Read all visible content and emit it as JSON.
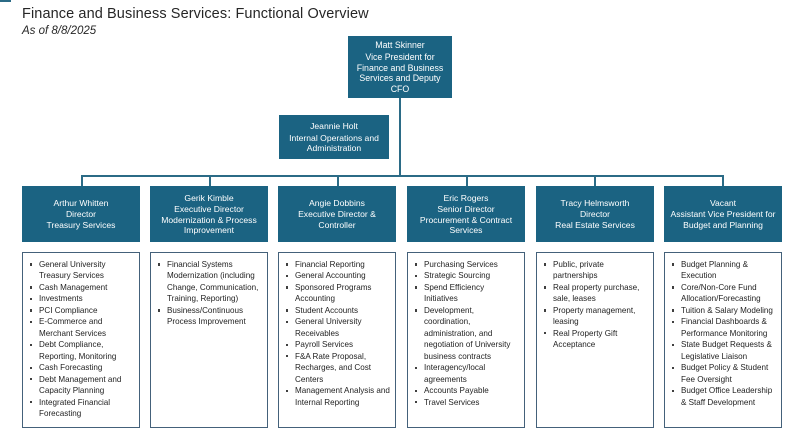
{
  "header": {
    "title": "Finance and Business Services: Functional Overview",
    "subtitle": "As of 8/8/2025"
  },
  "colors": {
    "box_fill": "#1b6382",
    "box_text": "#ffffff",
    "connector": "#2b6b86",
    "panel_border": "#44617a",
    "bullet": "#3f3f3f",
    "page_background": "#ffffff"
  },
  "org": {
    "ceo": {
      "name": "Matt Skinner",
      "role": "Vice President for Finance and Business Services and Deputy CFO"
    },
    "internal_ops": {
      "name": "Jeannie Holt",
      "role": "Internal Operations and Administration"
    },
    "departments": [
      {
        "name": "Arthur Whitten",
        "title": "Director",
        "unit": "Treasury Services",
        "functions": [
          "General University Treasury Services",
          "Cash Management",
          "Investments",
          "PCI Compliance",
          "E-Commerce and Merchant Services",
          "Debt Compliance, Reporting, Monitoring",
          "Cash Forecasting",
          "Debt Management and Capacity Planning",
          "Integrated Financial Forecasting"
        ]
      },
      {
        "name": "Gerik Kimble",
        "title": "Executive Director",
        "unit": "Modernization & Process Improvement",
        "functions": [
          "Financial Systems Modernization (including Change, Communication, Training, Reporting)",
          "Business/Continuous Process Improvement"
        ]
      },
      {
        "name": "Angie Dobbins",
        "title": "Executive Director & Controller",
        "unit": "",
        "functions": [
          "Financial Reporting",
          "General Accounting",
          "Sponsored Programs Accounting",
          "Student Accounts",
          "General University Receivables",
          "Payroll Services",
          "F&A Rate Proposal, Recharges, and Cost Centers",
          "Management Analysis and Internal Reporting"
        ]
      },
      {
        "name": "Eric Rogers",
        "title": "Senior Director",
        "unit": "Procurement & Contract Services",
        "functions": [
          "Purchasing Services",
          "Strategic Sourcing",
          "Spend Efficiency Initiatives",
          "Development, coordination, administration, and negotiation of University business contracts",
          "Interagency/local agreements",
          "Accounts Payable",
          "Travel Services"
        ]
      },
      {
        "name": "Tracy Helmsworth",
        "title": "Director",
        "unit": "Real Estate Services",
        "functions": [
          "Public, private partnerships",
          "Real property purchase, sale, leases",
          "Property management, leasing",
          "Real Property Gift Acceptance"
        ]
      },
      {
        "name": "Vacant",
        "title": "Assistant Vice President for Budget and Planning",
        "unit": "",
        "functions": [
          "Budget Planning & Execution",
          "Core/Non-Core Fund Allocation/Forecasting",
          "Tuition & Salary Modeling",
          "Financial Dashboards & Performance Monitoring",
          "State Budget Requests & Legislative Liaison",
          "Budget Policy & Student Fee Oversight",
          "Budget Office Leadership & Staff Development"
        ]
      }
    ]
  }
}
